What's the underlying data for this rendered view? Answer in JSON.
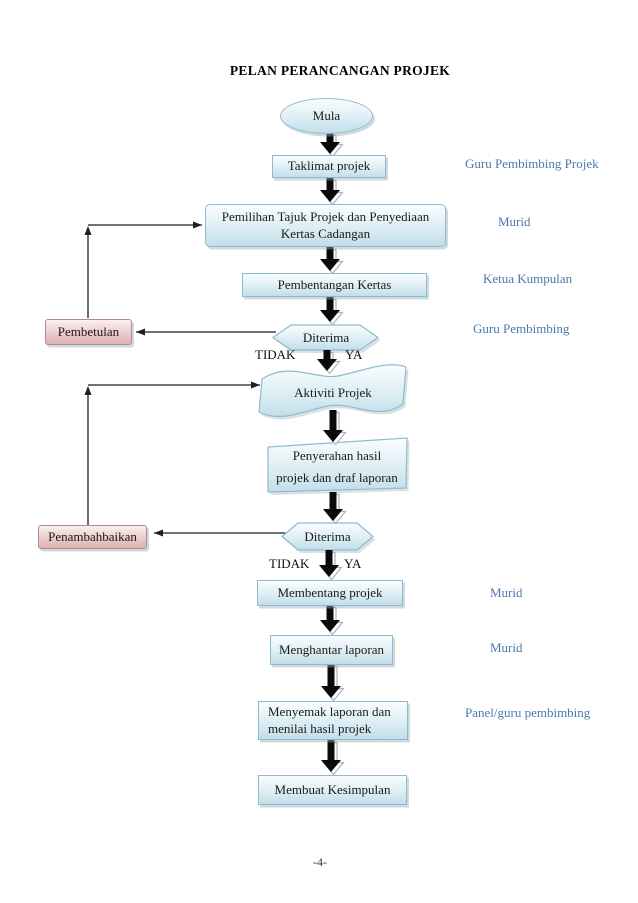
{
  "title": "PELAN PERANCANGAN PROJEK",
  "page_number": "-4-",
  "branch": {
    "no": "TIDAK",
    "yes": "YA"
  },
  "nodes": {
    "mula": {
      "label": "Mula"
    },
    "taklimat": {
      "label": "Taklimat projek"
    },
    "pemilihan": {
      "lines": [
        "Pemilihan Tajuk Projek dan Penyediaan",
        "Kertas Cadangan"
      ]
    },
    "pembentangan": {
      "label": "Pembentangan Kertas"
    },
    "diterima1": {
      "label": "Diterima"
    },
    "pembetulan": {
      "label": "Pembetulan"
    },
    "aktiviti": {
      "label": "Aktiviti Projek"
    },
    "penyerahan": {
      "lines": [
        "Penyerahan hasil",
        "projek dan draf laporan"
      ]
    },
    "diterima2": {
      "label": "Diterima"
    },
    "penambahbaikan": {
      "label": "Penambahbaikan"
    },
    "membentang": {
      "label": "Membentang projek"
    },
    "menghantar": {
      "label": "Menghantar laporan"
    },
    "menyemak": {
      "lines": [
        "Menyemak laporan dan",
        "menilai hasil projek"
      ]
    },
    "kesimpulan": {
      "label": "Membuat Kesimpulan"
    }
  },
  "side_labels": [
    {
      "text": "Guru Pembimbing Projek"
    },
    {
      "text": "Murid"
    },
    {
      "text": "Ketua Kumpulan"
    },
    {
      "text": "Guru Pembimbing"
    },
    {
      "text": "Murid"
    },
    {
      "text": "Murid"
    },
    {
      "text": "Panel/guru pembimbing"
    }
  ],
  "colors": {
    "node_border": "#8fbccd",
    "node_fill_top": "#fafdfe",
    "node_fill_bottom": "#c2deea",
    "pink_border": "#b38a8a",
    "pink_fill_top": "#faf0f0",
    "pink_fill_bottom": "#dfb2b2",
    "side_label_blue": "#4b79ad",
    "arrow_black": "#0a0a0a"
  }
}
